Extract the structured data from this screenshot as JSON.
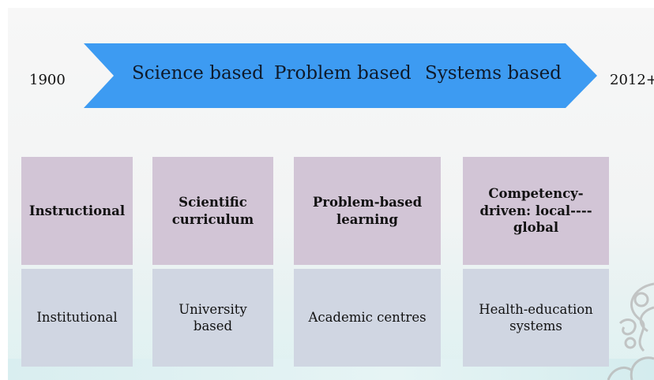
{
  "timeline": {
    "start": "1900",
    "end": "2012+",
    "stages": [
      "Science based",
      "Problem based",
      "Systems based"
    ]
  },
  "columns": [
    {
      "approach": "Instructional",
      "setting": "Institutional"
    },
    {
      "approach": "Scientific curriculum",
      "setting": "University based"
    },
    {
      "approach": "Problem-based learning",
      "setting": "Academic centres"
    },
    {
      "approach": "Competency-driven: local----global",
      "setting": "Health-education systems"
    }
  ],
  "colors": {
    "arrow": "#3d9bf2",
    "top_row": "#d2c5d6",
    "bottom_row": "#d0d6e2"
  }
}
